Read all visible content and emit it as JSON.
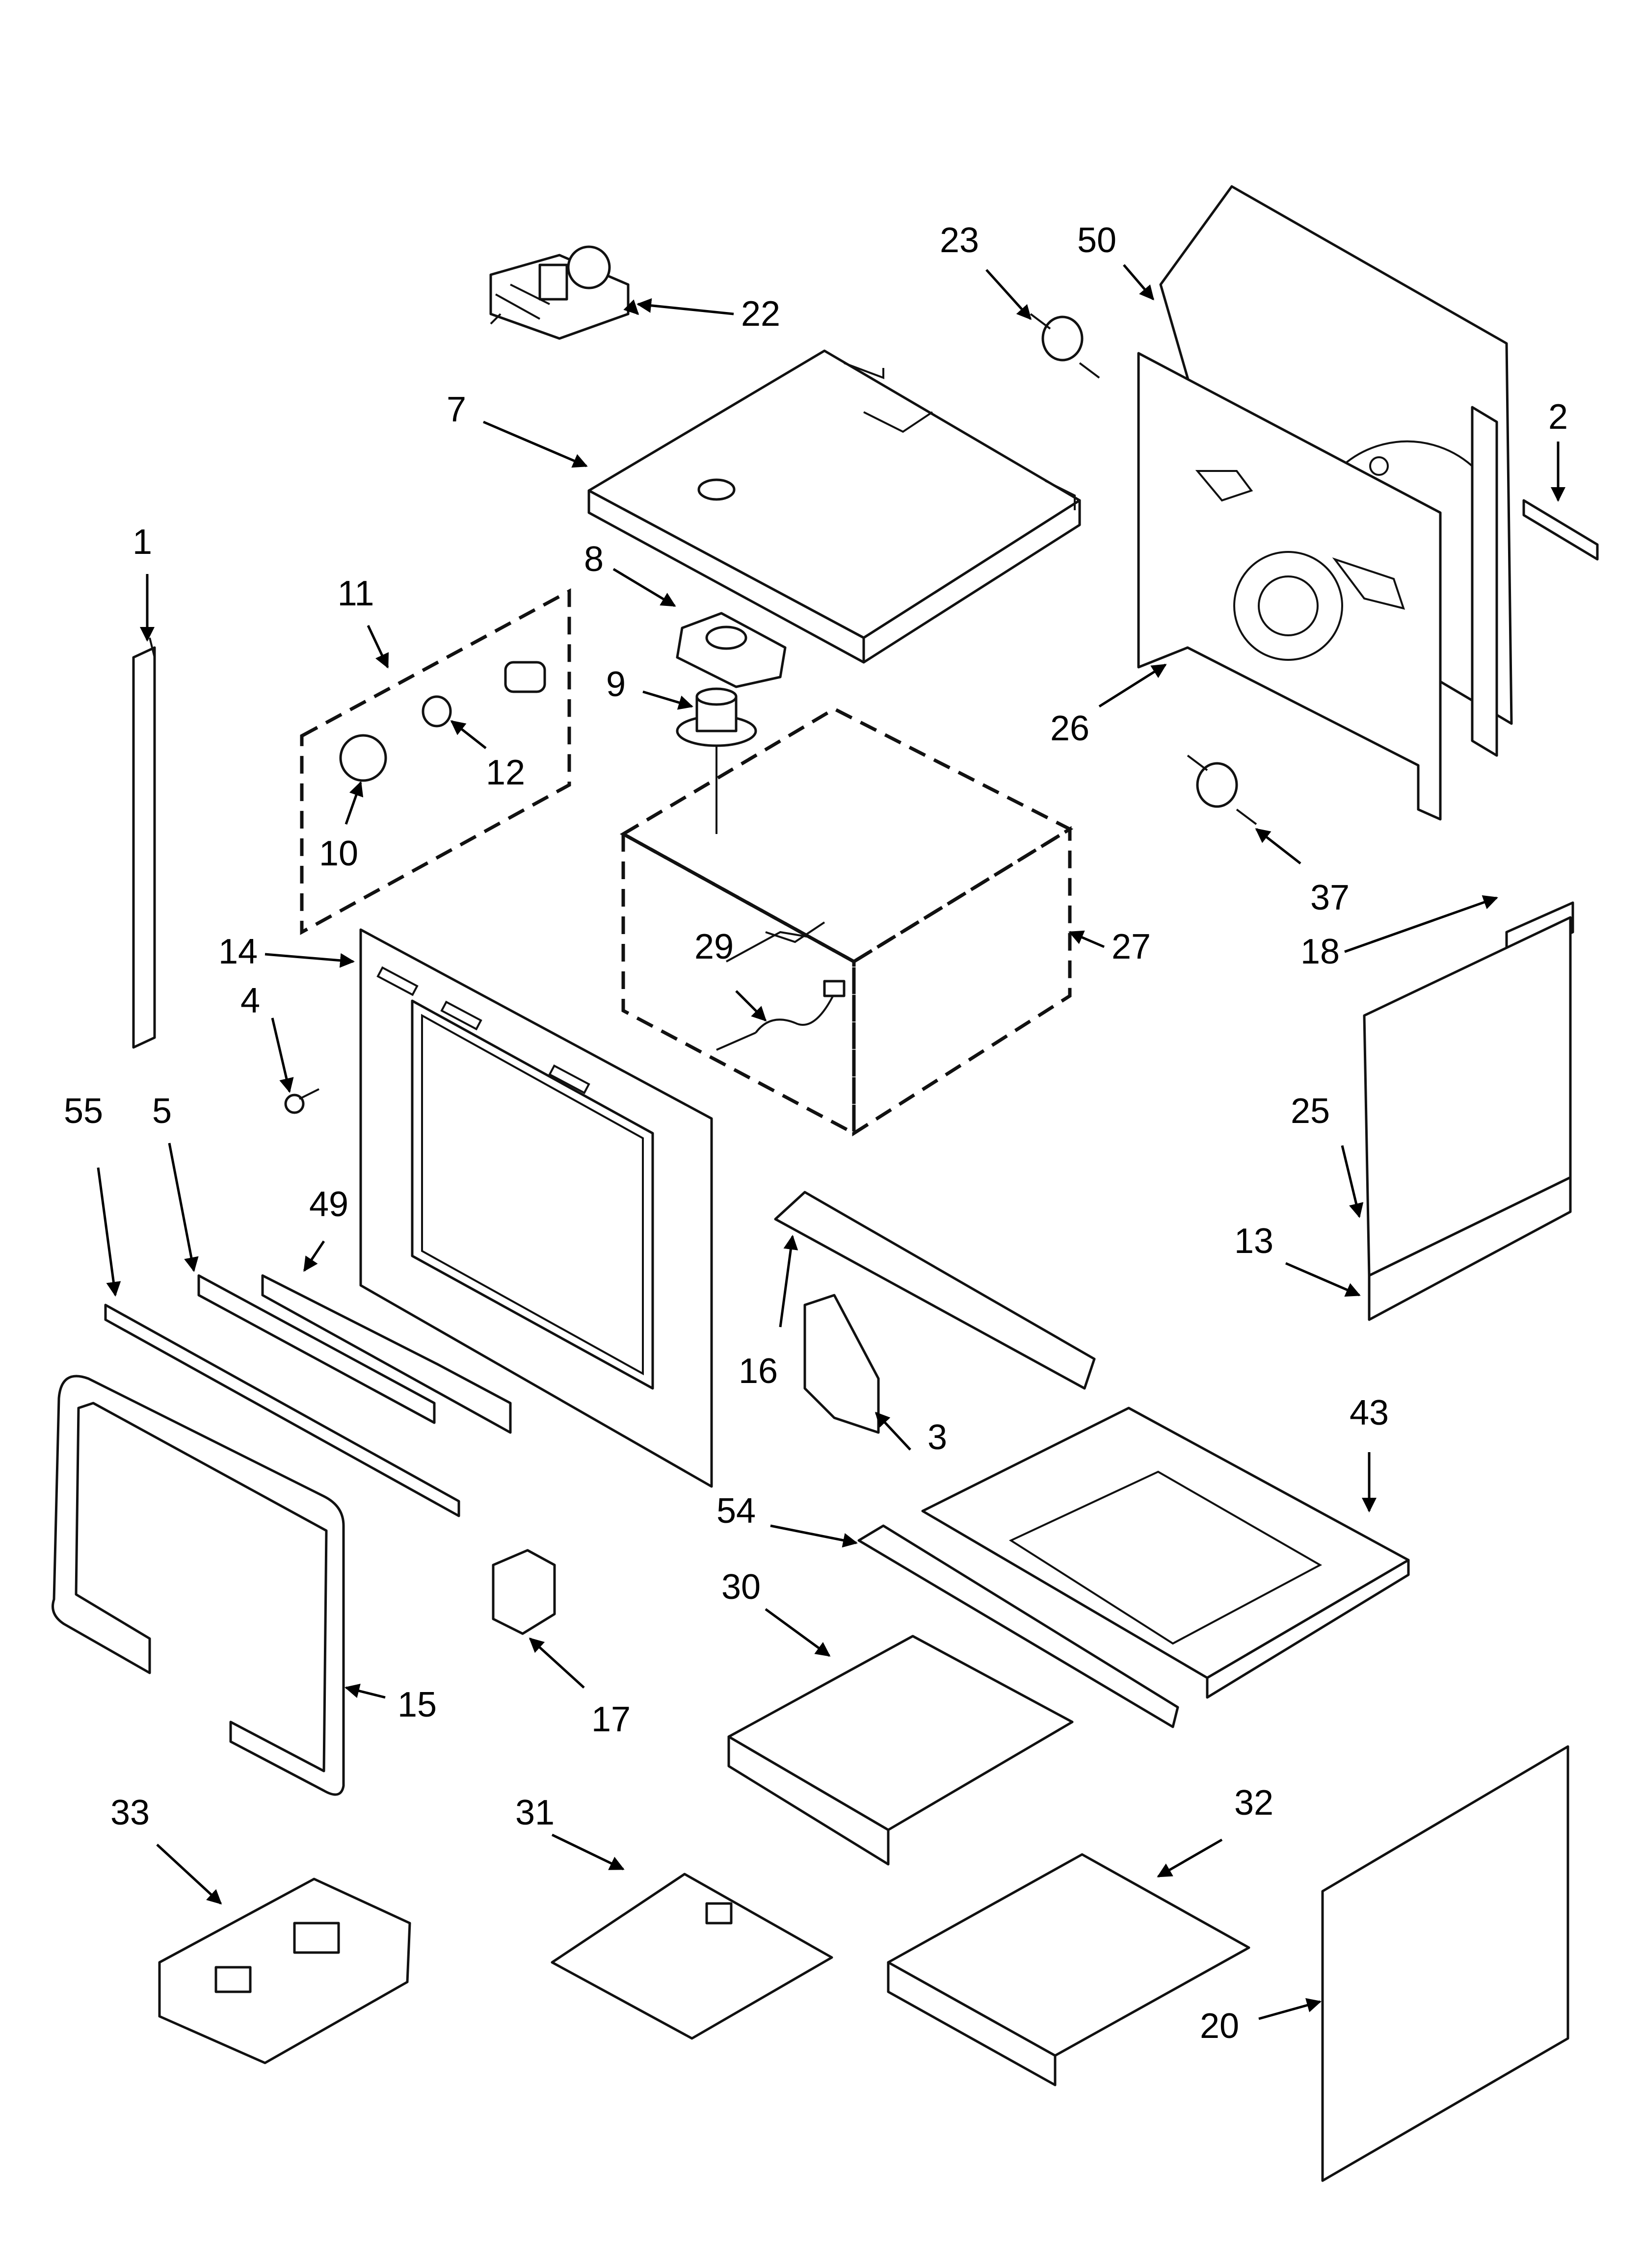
{
  "diagram": {
    "callouts": [
      {
        "id": "1",
        "label": "1"
      },
      {
        "id": "2",
        "label": "2"
      },
      {
        "id": "3",
        "label": "3"
      },
      {
        "id": "4",
        "label": "4"
      },
      {
        "id": "5",
        "label": "5"
      },
      {
        "id": "7",
        "label": "7"
      },
      {
        "id": "8",
        "label": "8"
      },
      {
        "id": "9",
        "label": "9"
      },
      {
        "id": "10",
        "label": "10"
      },
      {
        "id": "11",
        "label": "11"
      },
      {
        "id": "12",
        "label": "12"
      },
      {
        "id": "13",
        "label": "13"
      },
      {
        "id": "14",
        "label": "14"
      },
      {
        "id": "15",
        "label": "15"
      },
      {
        "id": "16",
        "label": "16"
      },
      {
        "id": "17",
        "label": "17"
      },
      {
        "id": "18",
        "label": "18"
      },
      {
        "id": "20",
        "label": "20"
      },
      {
        "id": "22",
        "label": "22"
      },
      {
        "id": "23",
        "label": "23"
      },
      {
        "id": "25",
        "label": "25"
      },
      {
        "id": "26",
        "label": "26"
      },
      {
        "id": "27",
        "label": "27"
      },
      {
        "id": "29",
        "label": "29"
      },
      {
        "id": "30",
        "label": "30"
      },
      {
        "id": "31",
        "label": "31"
      },
      {
        "id": "32",
        "label": "32"
      },
      {
        "id": "33",
        "label": "33"
      },
      {
        "id": "37",
        "label": "37"
      },
      {
        "id": "43",
        "label": "43"
      },
      {
        "id": "49",
        "label": "49"
      },
      {
        "id": "50",
        "label": "50"
      },
      {
        "id": "54",
        "label": "54"
      },
      {
        "id": "55",
        "label": "55"
      }
    ]
  }
}
